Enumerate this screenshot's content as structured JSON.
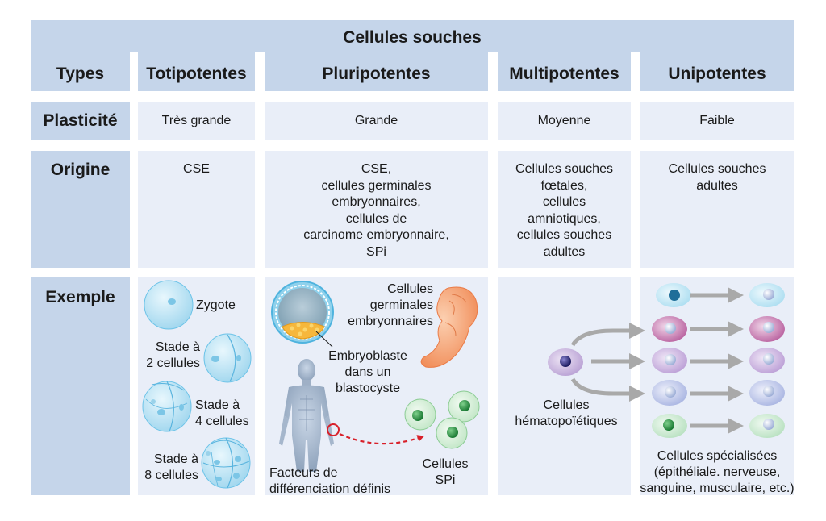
{
  "title": "Cellules souches",
  "columns": {
    "types": "Types",
    "toti": "Totipotentes",
    "pluri": "Pluripotentes",
    "multi": "Multipotentes",
    "uni": "Unipotentes"
  },
  "rows": {
    "plasticite": {
      "label": "Plasticité",
      "toti": "Très grande",
      "pluri": "Grande",
      "multi": "Moyenne",
      "uni": "Faible"
    },
    "origine": {
      "label": "Origine",
      "toti": [
        "CSE"
      ],
      "pluri": [
        "CSE,",
        "cellules germinales",
        "embryonnaires,",
        "cellules de",
        "carcinome embryonnaire,",
        "SPi"
      ],
      "multi": [
        "Cellules souches",
        "fœtales,",
        "cellules",
        "amniotiques,",
        "cellules souches",
        "adultes"
      ],
      "uni": [
        "Cellules souches",
        "adultes"
      ]
    },
    "exemple": {
      "label": "Exemple",
      "toti": {
        "zygote": "Zygote",
        "stade2": [
          "Stade à",
          "2 cellules"
        ],
        "stade4": [
          "Stade à",
          "4 cellules"
        ],
        "stade8": [
          "Stade à",
          "8 cellules"
        ]
      },
      "pluri": {
        "germinales": [
          "Cellules",
          "germinales",
          "embryonnaires"
        ],
        "embryoblaste": [
          "Embryoblaste",
          "dans un",
          "blastocyste"
        ],
        "facteurs": [
          "Facteurs de",
          "différenciation définis"
        ],
        "spi": [
          "Cellules",
          "SPi"
        ]
      },
      "multi": {
        "hemato": [
          "Cellules",
          "hématopoïétiques"
        ]
      },
      "uni": {
        "specialisees": [
          "Cellules spécialisées",
          "(épithéliale. nerveuse,",
          "sanguine, musculaire, etc.)"
        ]
      }
    }
  },
  "colors": {
    "header_bg": "#c5d5ea",
    "cell_bg": "#e9eef8",
    "arrow_gray": "#a9a9a9",
    "ips_arrow_red": "#d8202a"
  }
}
